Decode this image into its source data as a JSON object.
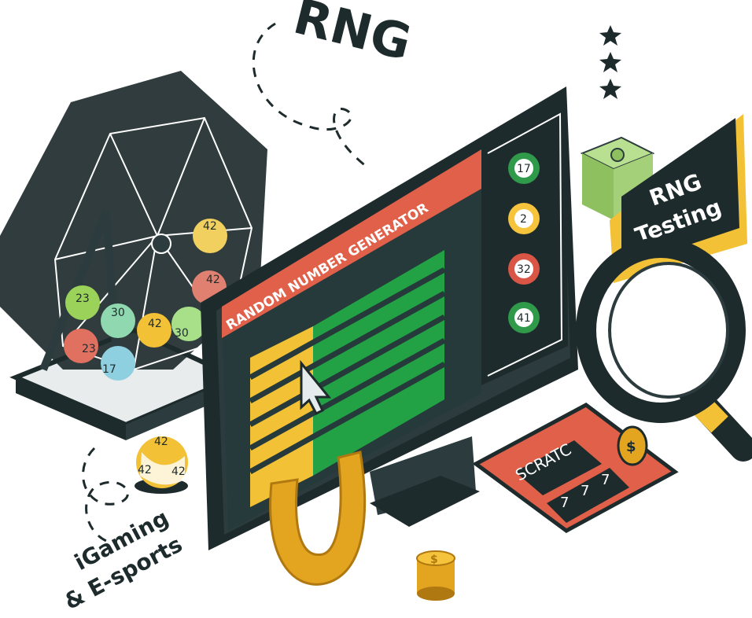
{
  "heading": "RNG",
  "screen": {
    "banner": "RANDOM NUMBER GENERATOR"
  },
  "side_balls": [
    {
      "number": "17",
      "color": "#2f9a4a"
    },
    {
      "number": "2",
      "color": "#f5c43c"
    },
    {
      "number": "32",
      "color": "#d95545"
    },
    {
      "number": "41",
      "color": "#2f9a4a"
    }
  ],
  "tag": {
    "line1": "RNG",
    "line2": "Testing"
  },
  "scratch_card": {
    "title": "SCRATC",
    "digits": [
      "7",
      "7",
      "7"
    ]
  },
  "lottery_balls": [
    "42",
    "23",
    "30",
    "42",
    "30",
    "17",
    "23",
    "42"
  ],
  "loose_ball": {
    "numbers": [
      "42",
      "42",
      "42"
    ]
  },
  "caption": {
    "line1": "iGaming",
    "line2": "& E-sports"
  },
  "colors": {
    "dark": "#1e2b2d",
    "green": "#22a244",
    "yellow": "#f2c136",
    "coral": "#e0604a",
    "gold": "#e3a520"
  }
}
